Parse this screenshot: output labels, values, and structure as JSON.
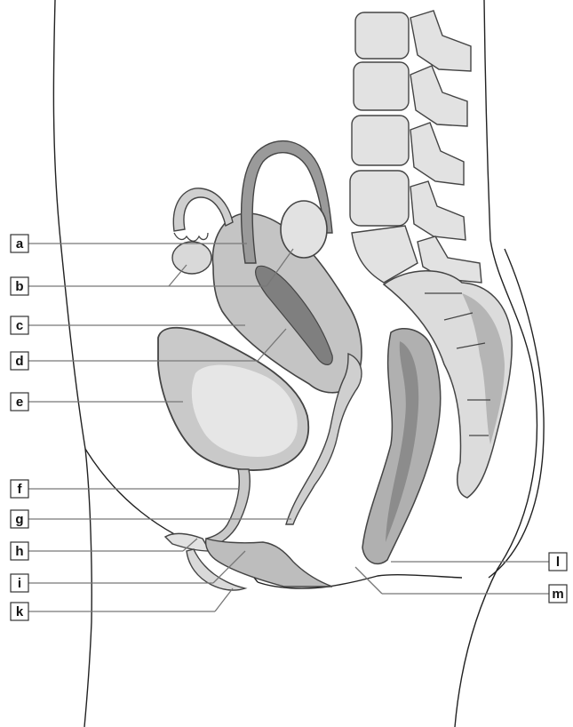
{
  "colors": {
    "background": "#ffffff",
    "outline": "#222222",
    "tissue_light": "#d9d9d9",
    "tissue_mid": "#c4c4c4",
    "tissue_dark": "#9a9a9a",
    "tissue_darker": "#7f7f7f",
    "bone": "#e2e2e2",
    "bone_shadow": "#b5b5b5",
    "leader_line": "#777777"
  },
  "labels": {
    "left": [
      {
        "letter": "a"
      },
      {
        "letter": "b"
      },
      {
        "letter": "c"
      },
      {
        "letter": "d"
      },
      {
        "letter": "e"
      },
      {
        "letter": "f"
      },
      {
        "letter": "g"
      },
      {
        "letter": "h"
      },
      {
        "letter": "i"
      },
      {
        "letter": "k"
      }
    ],
    "right": [
      {
        "letter": "l"
      },
      {
        "letter": "m"
      }
    ]
  }
}
